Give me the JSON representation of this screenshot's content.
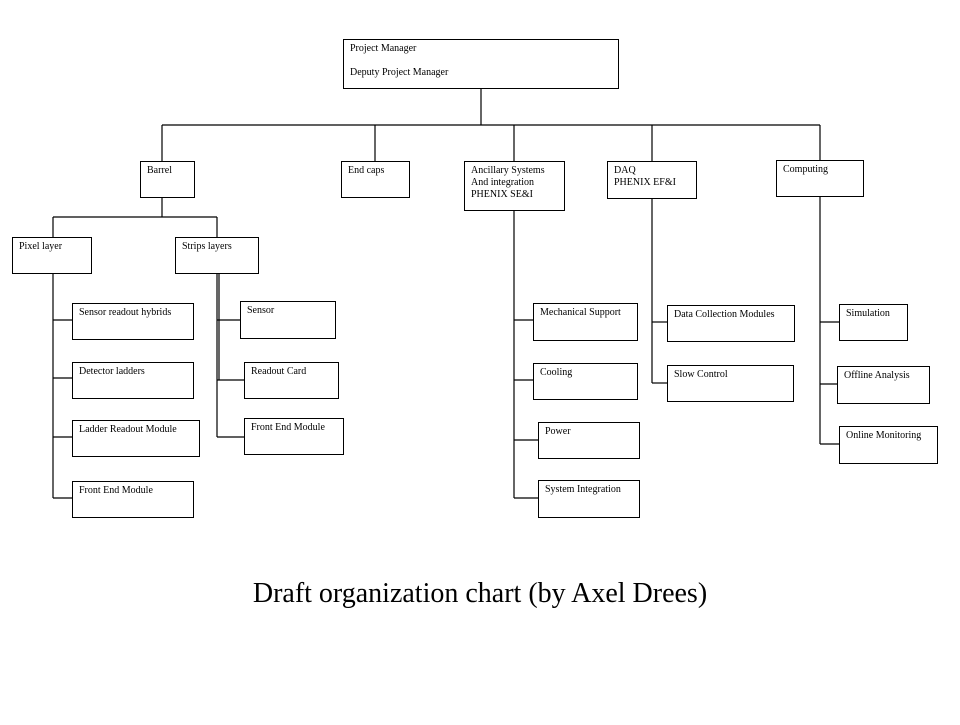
{
  "root": {
    "line1": "Project Manager",
    "line2": "Deputy Project Manager"
  },
  "departments": {
    "barrel": "Barrel",
    "end_caps": "End caps",
    "ancillary": [
      "Ancillary Systems",
      "And integration",
      "PHENIX SE&I"
    ],
    "daq": [
      "DAQ",
      "PHENIX EF&I"
    ],
    "computing": "Computing"
  },
  "barrel_groups": {
    "pixel": "Pixel layer",
    "strips": "Strips layers"
  },
  "pixel_items": [
    "Sensor readout hybrids",
    "Detector ladders",
    "Ladder Readout Module",
    "Front End Module"
  ],
  "strips_items": [
    "Sensor",
    "Readout Card",
    "Front End Module"
  ],
  "ancillary_items": [
    "Mechanical Support",
    "Cooling",
    "Power",
    "System Integration"
  ],
  "daq_items": [
    "Data Collection Modules",
    "Slow  Control"
  ],
  "computing_items": [
    "Simulation",
    "Offline Analysis",
    "Online Monitoring"
  ],
  "caption": "Draft organization chart (by Axel Drees)"
}
